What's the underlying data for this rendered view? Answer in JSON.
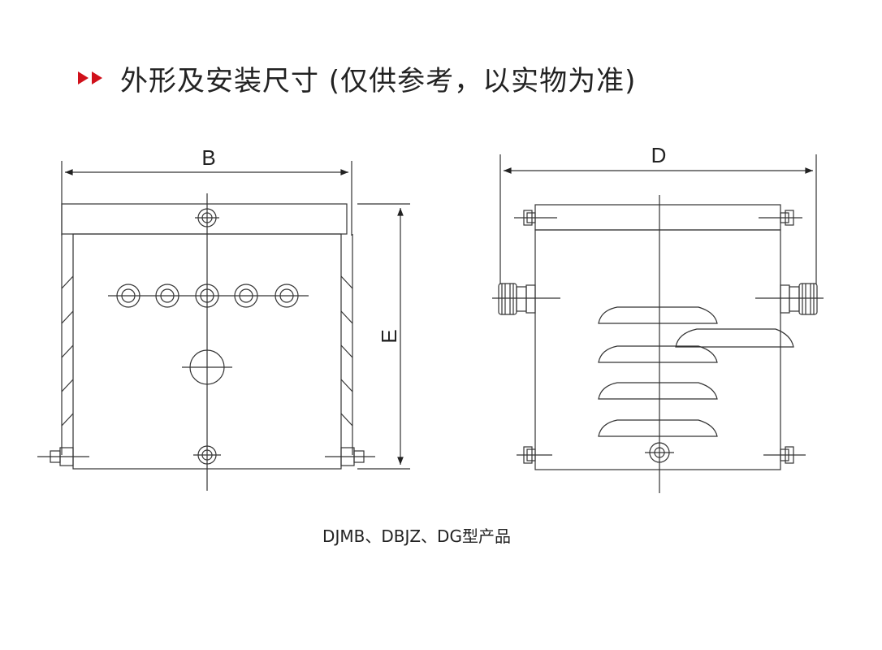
{
  "header": {
    "marker_color": "#d0111b",
    "title": "外形及安装尺寸 (仅供参考，以实物为准)"
  },
  "front_view": {
    "dimension_label": "B",
    "height_label": "E"
  },
  "side_view": {
    "dimension_label": "D"
  },
  "caption": "DJMB、DBJZ、DG型产品"
}
